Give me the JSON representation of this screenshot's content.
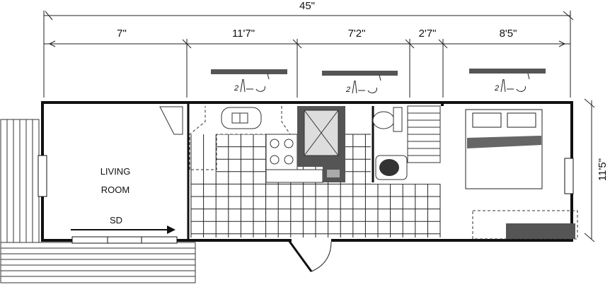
{
  "dimensions": {
    "overall_length": "45\"",
    "overall_width": "11'5\"",
    "segments": [
      "7\"",
      "11'7\"",
      "7'2\"",
      "2'7\"",
      "8'5\""
    ]
  },
  "rooms": {
    "living_line1": "LIVING",
    "living_line2": "ROOM",
    "door_label": "SD"
  },
  "window_notes": [
    "2",
    "2",
    "2"
  ],
  "colors": {
    "wall": "#111111",
    "fixture_fill": "#555555",
    "light_fill": "#dddddd",
    "line": "#222222"
  }
}
